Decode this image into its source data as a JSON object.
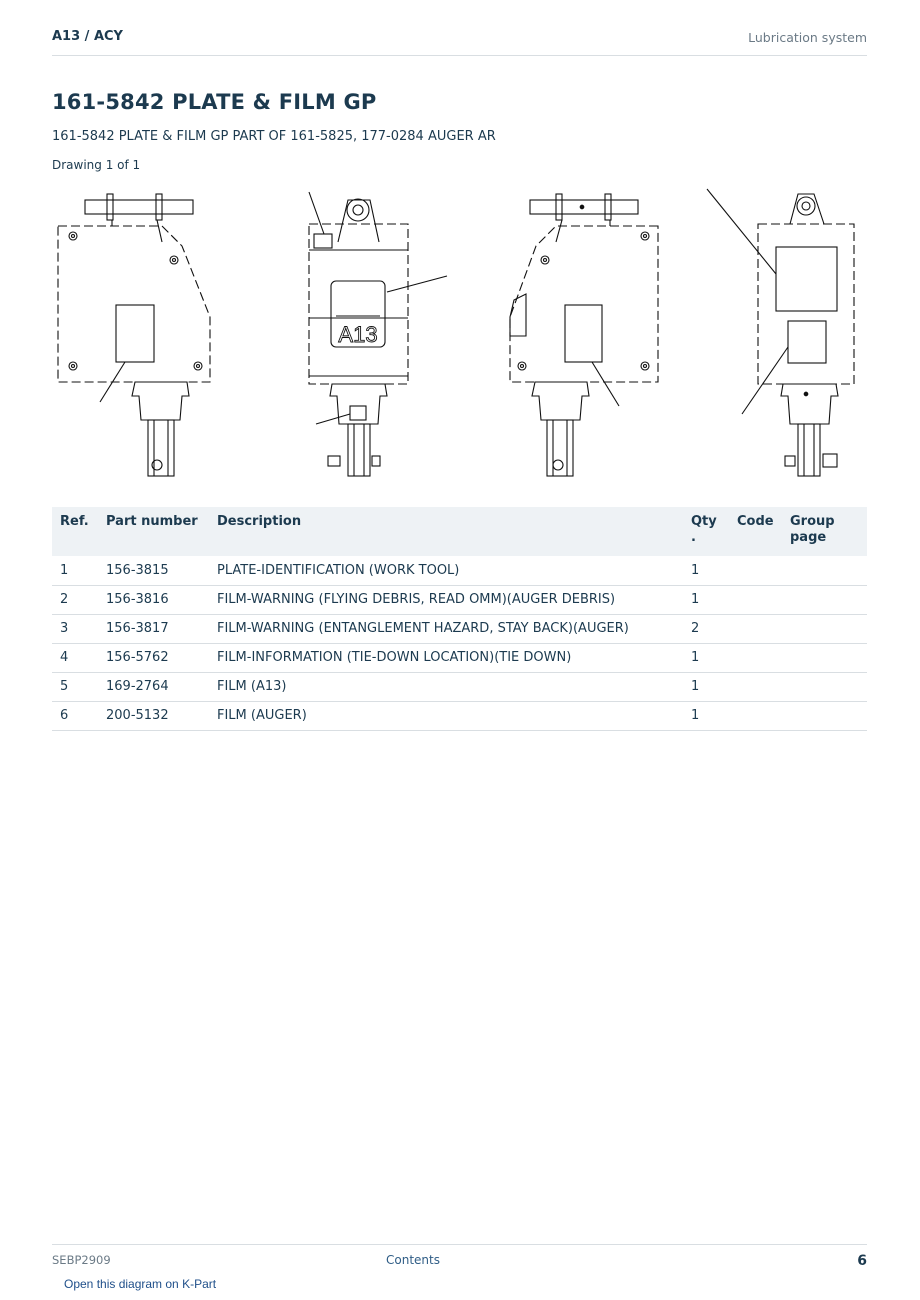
{
  "header": {
    "model": "A13  /  ACY",
    "section": "Lubrication system"
  },
  "page": {
    "title": "161-5842 PLATE & FILM GP",
    "subtitle": "161-5842 PLATE & FILM GP PART OF 161-5825, 177-0284 AUGER AR",
    "drawing_label": "Drawing 1 of 1"
  },
  "drawing": {
    "decal_text": "A13"
  },
  "table": {
    "headers": {
      "ref": "Ref.",
      "part_number": "Part number",
      "description": "Description",
      "qty_line1": "Qty",
      "qty_line2": ".",
      "code": "Code",
      "group_line1": "Group",
      "group_line2": "page"
    },
    "rows": [
      {
        "ref": "1",
        "part_number": "156-3815",
        "description": "PLATE-IDENTIFICATION (WORK TOOL)",
        "qty": "1",
        "code": "",
        "group": ""
      },
      {
        "ref": "2",
        "part_number": "156-3816",
        "description": "FILM-WARNING (FLYING DEBRIS, READ OMM)(AUGER DEBRIS)",
        "qty": "1",
        "code": "",
        "group": ""
      },
      {
        "ref": "3",
        "part_number": "156-3817",
        "description": "FILM-WARNING (ENTANGLEMENT HAZARD, STAY BACK)(AUGER)",
        "qty": "2",
        "code": "",
        "group": ""
      },
      {
        "ref": "4",
        "part_number": "156-5762",
        "description": "FILM-INFORMATION (TIE-DOWN LOCATION)(TIE DOWN)",
        "qty": "1",
        "code": "",
        "group": ""
      },
      {
        "ref": "5",
        "part_number": "169-2764",
        "description": "FILM (A13)",
        "qty": "1",
        "code": "",
        "group": ""
      },
      {
        "ref": "6",
        "part_number": "200-5132",
        "description": "FILM (AUGER)",
        "qty": "1",
        "code": "",
        "group": ""
      }
    ]
  },
  "footer": {
    "doc_id": "SEBP2909",
    "contents_link": "Contents",
    "page_number": "6",
    "kpart_link": "Open this diagram on K-Part"
  }
}
